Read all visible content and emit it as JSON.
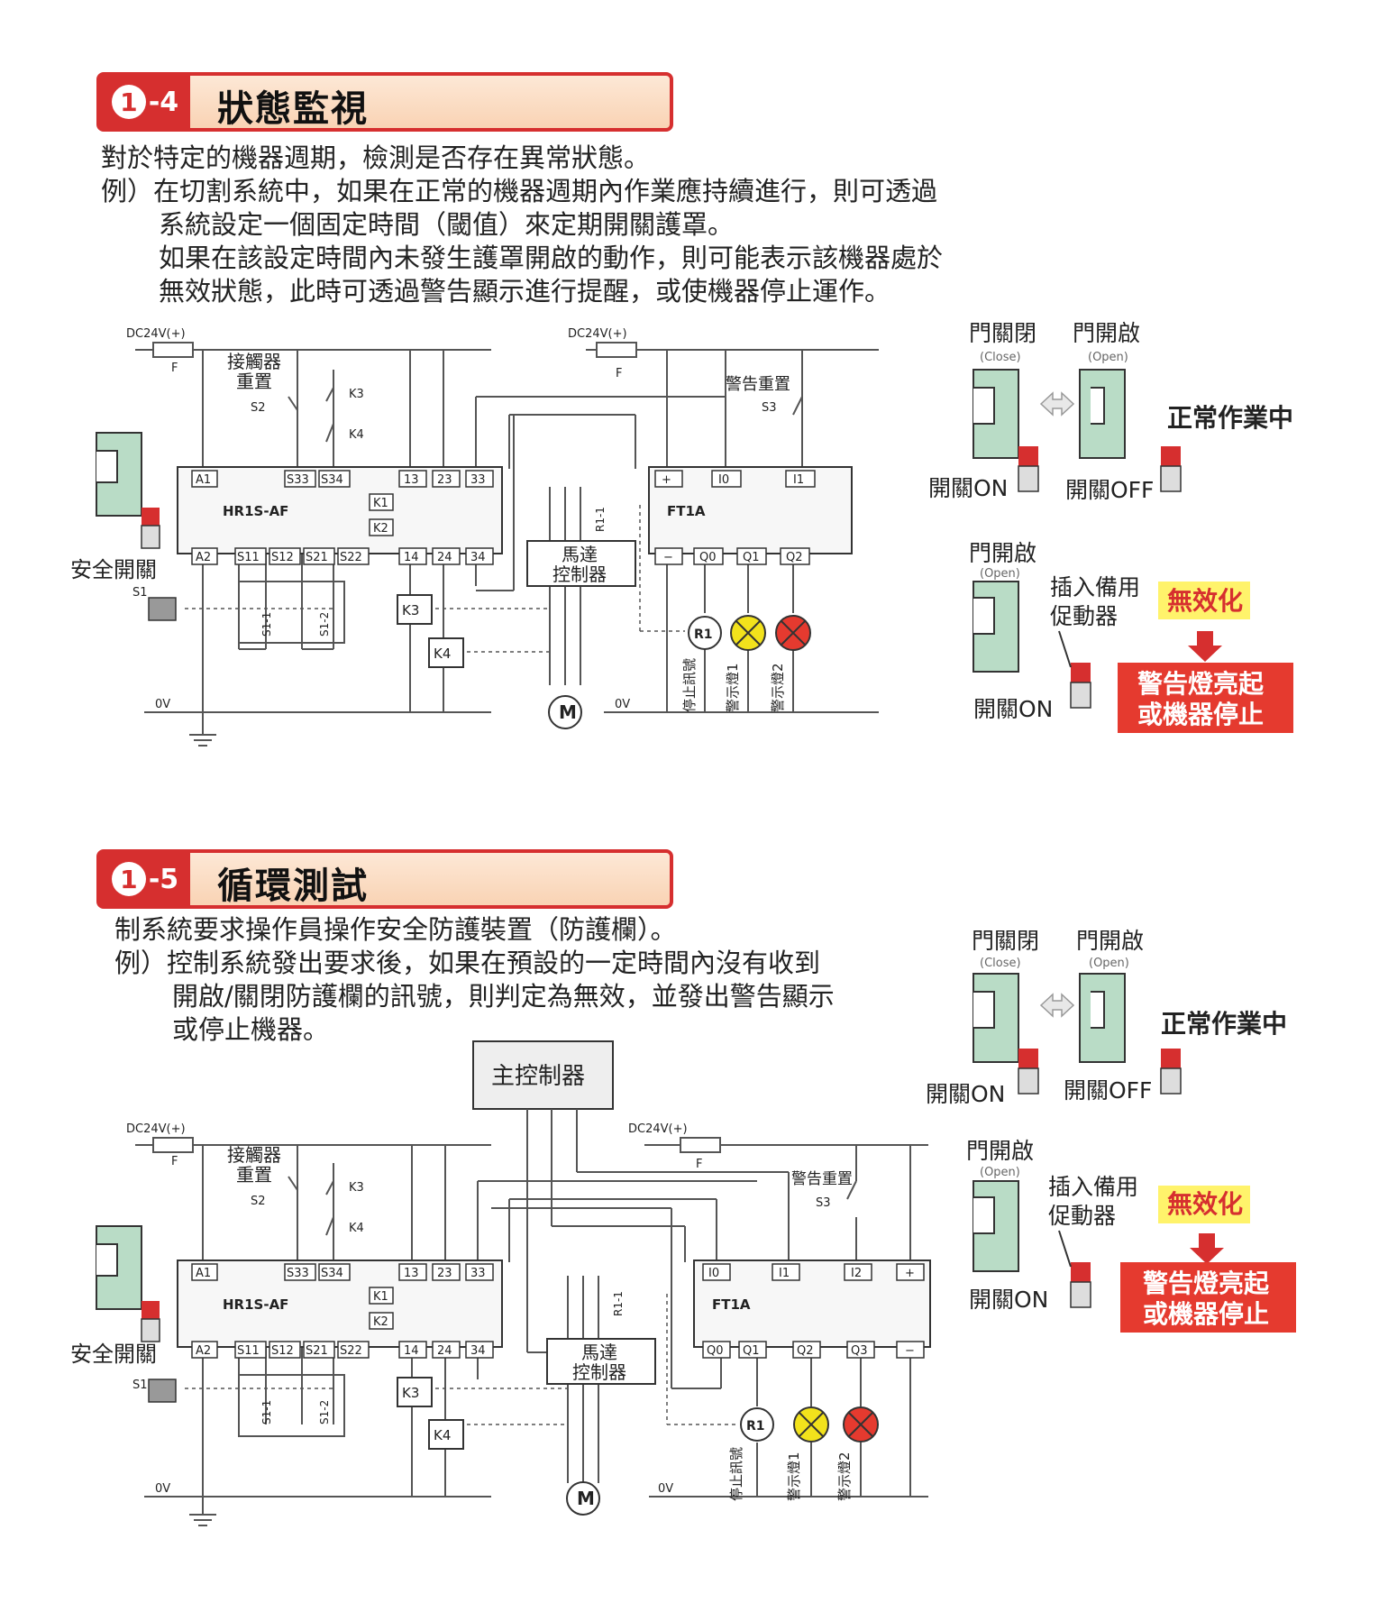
{
  "section1": {
    "num": "1",
    "sub": "-4",
    "title": "狀態監視",
    "lines": [
      "對於特定的機器週期，檢測是否存在異常狀態。",
      "例）在切割系統中，如果在正常的機器週期內作業應持續進行，則可透過",
      "系統設定一個固定時間（閾值）來定期開關護罩。",
      "如果在該設定時間內未發生護罩開啟的動作，則可能表示該機器處於",
      "無效狀態，此時可透過警告顯示進行提醒，或使機器停止運作。"
    ],
    "circuit": {
      "dc24v_left": "DC24V(+)",
      "dc24v_right": "DC24V(+)",
      "fuse": "F",
      "contactor_reset_1": "接觸器",
      "contactor_reset_2": "重置",
      "s2": "S2",
      "k3": "K3",
      "k4": "K4",
      "relay": "HR1S-AF",
      "top_terminals": [
        "A1",
        "S33",
        "S34"
      ],
      "out_top": [
        "13",
        "23",
        "33"
      ],
      "bottom_terminals": [
        "A2",
        "S11",
        "S12",
        "S21",
        "S22"
      ],
      "out_bottom": [
        "14",
        "24",
        "34"
      ],
      "k1": "K1",
      "k2": "K2",
      "safety_switch": "安全開關",
      "s1": "S1",
      "s1_1": "S1-1",
      "s1_2": "S1-2",
      "zero_v": "0V",
      "zero_v_right": "0V",
      "motor": "M",
      "motor_ctrl_1": "馬達",
      "motor_ctrl_2": "控制器",
      "r1_1": "R1-1",
      "ft1a": "FT1A",
      "plc_top": [
        "+",
        "I0",
        "I1"
      ],
      "plc_bottom": [
        "−",
        "Q0",
        "Q1",
        "Q2"
      ],
      "warn_reset": "警告重置",
      "s3": "S3",
      "r1": "R1",
      "stop_signal": "停止訊號",
      "lamp1": "警示燈1",
      "lamp2": "警示燈2"
    },
    "panel": {
      "door_closed": "門關閉",
      "close_en": "(Close)",
      "door_open": "門開啟",
      "open_en": "(Open)",
      "normal": "正常作業中",
      "switch_on": "開關ON",
      "switch_off": "開關OFF",
      "door_open2": "門開啟",
      "open_en2": "(Open)",
      "insert_1": "插入備用",
      "insert_2": "促動器",
      "invalid": "無效化",
      "alarm_1": "警告燈亮起",
      "alarm_2": "或機器停止",
      "switch_on2": "開關ON"
    }
  },
  "section2": {
    "num": "1",
    "sub": "-5",
    "title": "循環測試",
    "lines": [
      "制系統要求操作員操作安全防護裝置（防護欄）。",
      "例）控制系統發出要求後，如果在預設的一定時間內沒有收到",
      "開啟/關閉防護欄的訊號，則判定為無效，並發出警告顯示",
      "或停止機器。"
    ],
    "main_controller": "主控制器",
    "circuit": {
      "dc24v_left": "DC24V(+)",
      "dc24v_right": "DC24V(+)",
      "fuse": "F",
      "contactor_reset_1": "接觸器",
      "contactor_reset_2": "重置",
      "s2": "S2",
      "k3": "K3",
      "k4": "K4",
      "relay": "HR1S-AF",
      "top_terminals": [
        "A1",
        "S33",
        "S34"
      ],
      "out_top": [
        "13",
        "23",
        "33"
      ],
      "bottom_terminals": [
        "A2",
        "S11",
        "S12",
        "S21",
        "S22"
      ],
      "out_bottom": [
        "14",
        "24",
        "34"
      ],
      "k1": "K1",
      "k2": "K2",
      "safety_switch": "安全開關",
      "s1": "S1",
      "s1_1": "S1-1",
      "s1_2": "S1-2",
      "zero_v": "0V",
      "zero_v_right": "0V",
      "motor": "M",
      "motor_ctrl_1": "馬達",
      "motor_ctrl_2": "控制器",
      "r1_1": "R1-1",
      "ft1a": "FT1A",
      "plc_top": [
        "I0",
        "I1",
        "I2",
        "+"
      ],
      "plc_bottom": [
        "Q0",
        "Q1",
        "Q2",
        "Q3",
        "−"
      ],
      "warn_reset": "警告重置",
      "s3": "S3",
      "r1": "R1",
      "stop_signal": "停止訊號",
      "lamp1": "警示燈1",
      "lamp2": "警示燈2"
    },
    "panel": {
      "door_closed": "門關閉",
      "close_en": "(Close)",
      "door_open": "門開啟",
      "open_en": "(Open)",
      "normal": "正常作業中",
      "switch_on": "開關ON",
      "switch_off": "開關OFF",
      "door_open2": "門開啟",
      "open_en2": "(Open)",
      "insert_1": "插入備用",
      "insert_2": "促動器",
      "invalid": "無效化",
      "alarm_1": "警告燈亮起",
      "alarm_2": "或機器停止",
      "switch_on2": "開關ON"
    }
  },
  "colors": {
    "accent_red": "#d62f2f",
    "header_fill": "#fbdcc3",
    "door_green": "#b9dcc6",
    "lamp_yellow": "#f2e21c",
    "lamp_red": "#e53a2f",
    "invalid_yellow": "#fff36b"
  }
}
